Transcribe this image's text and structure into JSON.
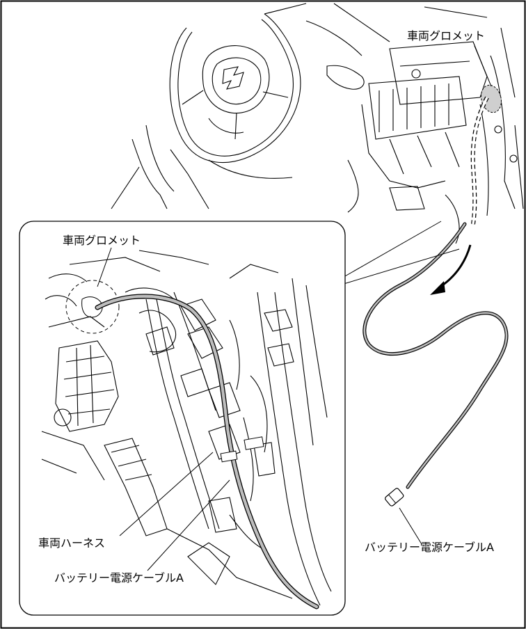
{
  "labels": {
    "vehicle_grommet_top": "車両グロメット",
    "vehicle_grommet_inset": "車両グロメット",
    "vehicle_harness": "車両ハーネス",
    "battery_cable_inset": "バッテリー電源ケーブルA",
    "battery_cable_right": "バッテリー電源ケーブルA"
  },
  "colors": {
    "line": "#000000",
    "cable_fill": "#bdbdbd",
    "grommet_fill": "#cfcfcf",
    "background": "#ffffff"
  }
}
